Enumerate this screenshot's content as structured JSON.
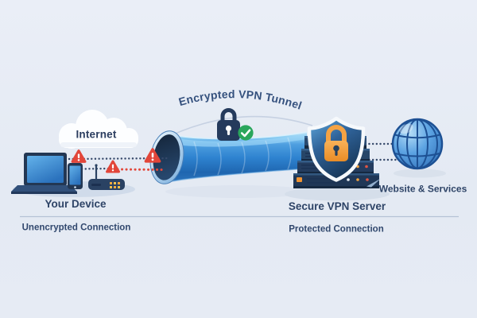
{
  "diagram": {
    "type": "vpn-tunnel-illustration",
    "labels": {
      "tunnel": "Encrypted VPN Tunnel",
      "internet": "Internet",
      "device": "Your Device",
      "device_status": "Unencrypted Connection",
      "server": "Secure VPN Server",
      "server_status": "Protected Connection",
      "website": "Website & Services"
    },
    "icons": {
      "cloud": "internet-cloud-icon",
      "laptop": "laptop-icon",
      "smartphone": "smartphone-icon",
      "router": "router-icon",
      "warnings": "warning-triangle-icon",
      "tunnel_lock": "padlock-icon",
      "tunnel_check": "checkmark-badge-icon",
      "shield": "shield-lock-icon",
      "server_rack": "server-rack-icon",
      "globe": "globe-icon"
    },
    "colors": {
      "background": "#e7ecf5",
      "text_navy": "#2e4467",
      "tunnel_blue": "#2e83d0",
      "tunnel_highlight": "#8fd0f4",
      "tunnel_entrance": "#16273e",
      "warning_red": "#e2463a",
      "secure_green": "#2aa65c",
      "lock_orange": "#f5a344",
      "shield_blue": "#2f6298",
      "server_navy": "#22395a",
      "globe_blue": "#3f8ed6",
      "dotted_line_dark": "#36496a",
      "divider": "#b5c2d5"
    }
  }
}
